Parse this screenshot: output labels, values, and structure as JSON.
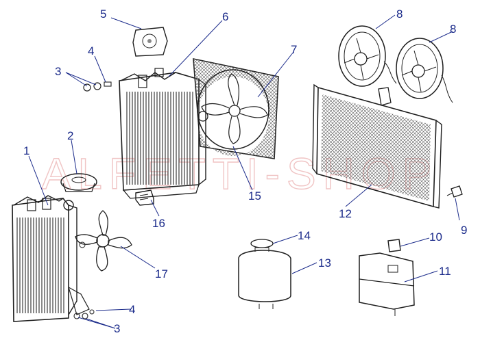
{
  "watermark": "ALFETTI-SHOP",
  "callouts": [
    "1",
    "2",
    "3",
    "3",
    "4",
    "4",
    "5",
    "6",
    "7",
    "8",
    "8",
    "9",
    "10",
    "11",
    "12",
    "13",
    "14",
    "15",
    "16",
    "17"
  ],
  "colors": {
    "callout": "#1a2a8a",
    "ink": "#1e1e1e",
    "watermark": "#f0c4c4"
  }
}
